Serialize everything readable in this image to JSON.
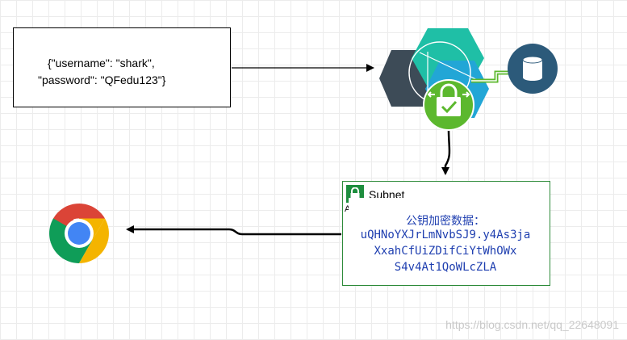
{
  "request": {
    "line1": "{\"username\": \"shark\",",
    "line2": "\"password\": \"QFedu123\"}"
  },
  "subnet": {
    "label": "Subnet",
    "acl_label": "AC"
  },
  "token": {
    "heading": "公钥加密数据：",
    "line1": "uQHNoYXJrLmNvbSJ9.y4As3ja",
    "line2": "XxahCfUiZDifCiYtWhOWx",
    "line3": "S4v4At1QoWLcZLA"
  },
  "watermark": "https://blog.csdn.net/qq_22648091",
  "icons": [
    "server-cluster-icon",
    "ssl-lock-icon",
    "database-icon",
    "chrome-browser-icon",
    "lock-icon"
  ],
  "colors": {
    "teal": "#1fbfa6",
    "slate": "#3d4b57",
    "lock_green": "#5cb82e",
    "db_navy": "#2c5a7a",
    "subnet_green": "#1e8e3e",
    "token_blue": "#1f3fb0"
  }
}
